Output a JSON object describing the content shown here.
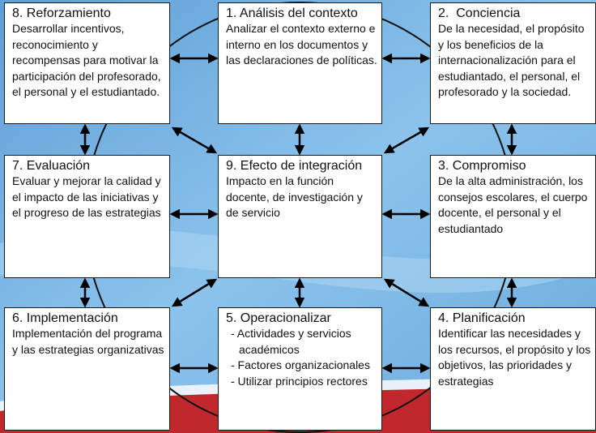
{
  "colors": {
    "background_blue": "#78b4e4",
    "band_red": "#c0282c",
    "box_border": "#1a1a1a",
    "arrow": "#000000"
  },
  "boxes": {
    "b8": {
      "title": "8. Reforzamiento",
      "body": "Desarrollar incentivos, reconocimiento y recompensas para motivar la participación del profesorado, el personal y el estudiantado."
    },
    "b1": {
      "title": "1. Análisis del contexto",
      "body": "Analizar el contexto externo e interno en los documentos y las declaraciones de políticas."
    },
    "b2": {
      "title": "2.  Conciencia",
      "body": "De la necesidad, el propósito y los beneficios de la internacionalización para el estudiantado, el personal, el profesorado y la sociedad."
    },
    "b7": {
      "title": "7. Evaluación",
      "body": "Evaluar y mejorar la calidad y el impacto de las iniciativas y el progreso de las estrategias"
    },
    "b9": {
      "title": "9. Efecto de integración",
      "body": "Impacto en la función docente, de investigación y de servicio"
    },
    "b3": {
      "title": "3. Compromiso",
      "body": "De la alta administración, los consejos escolares, el cuerpo docente, el personal y el estudiantado"
    },
    "b6": {
      "title": "6. Implementación",
      "body": "Implementación del programa y las estrategias organizativas"
    },
    "b5": {
      "title": "5. Operacionalizar",
      "bullets": [
        "- Actividades y servicios académicos",
        "- Factores organizacionales",
        "- Utilizar principios rectores"
      ]
    },
    "b4": {
      "title": "4. Planificación",
      "body": "Identificar las necesidades y los recursos, el propósito y los objetivos, las prioridades y estrategias"
    }
  }
}
